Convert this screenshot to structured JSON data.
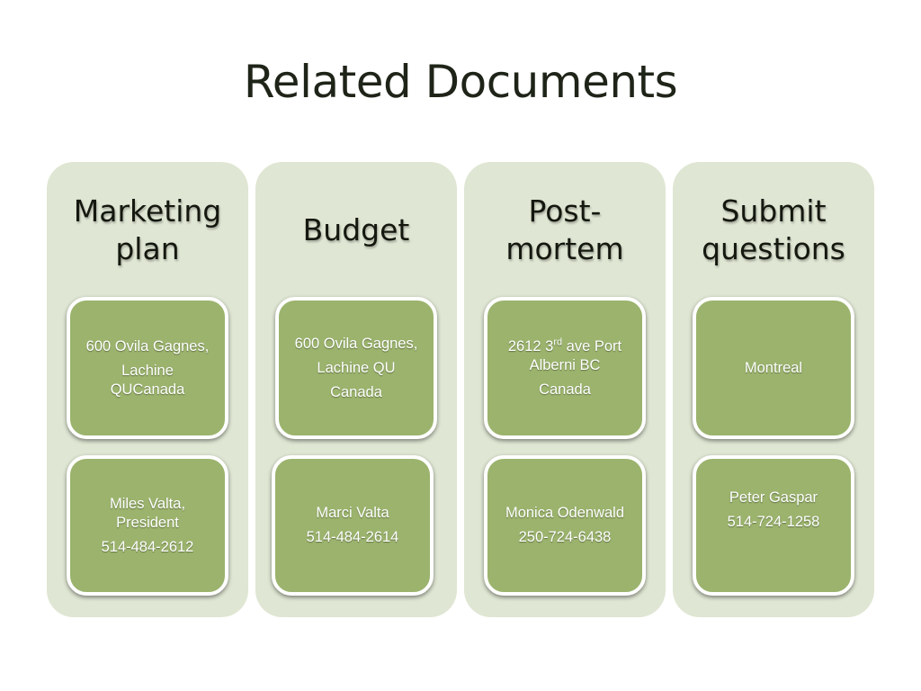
{
  "title": "Related Documents",
  "columns": [
    {
      "heading": [
        "Marketing",
        "plan"
      ],
      "top_box": [
        "600 Ovila Gagnes,",
        "Lachine QUCanada"
      ],
      "bottom_box": [
        "Miles Valta, President",
        "514-484-2612"
      ]
    },
    {
      "heading": [
        "Budget"
      ],
      "top_box": [
        "600 Ovila Gagnes,",
        "Lachine QU",
        "Canada"
      ],
      "bottom_box": [
        "Marci Valta",
        "514-484-2614"
      ]
    },
    {
      "heading": [
        "Post-",
        "mortem"
      ],
      "top_box": [
        "2612 3",
        "rd",
        " ave Port Alberni BC",
        "Canada"
      ],
      "bottom_box": [
        "Monica Odenwald",
        "250-724-6438"
      ]
    },
    {
      "heading": [
        "Submit",
        "questions"
      ],
      "top_box": [
        "Montreal"
      ],
      "bottom_box": [
        "Peter Gaspar",
        "514-724-1258"
      ]
    }
  ],
  "colors": {
    "panel": "#dfe6d3",
    "box": "#9bb36d",
    "box_border": "#ffffff",
    "title_text": "#1f2418"
  }
}
